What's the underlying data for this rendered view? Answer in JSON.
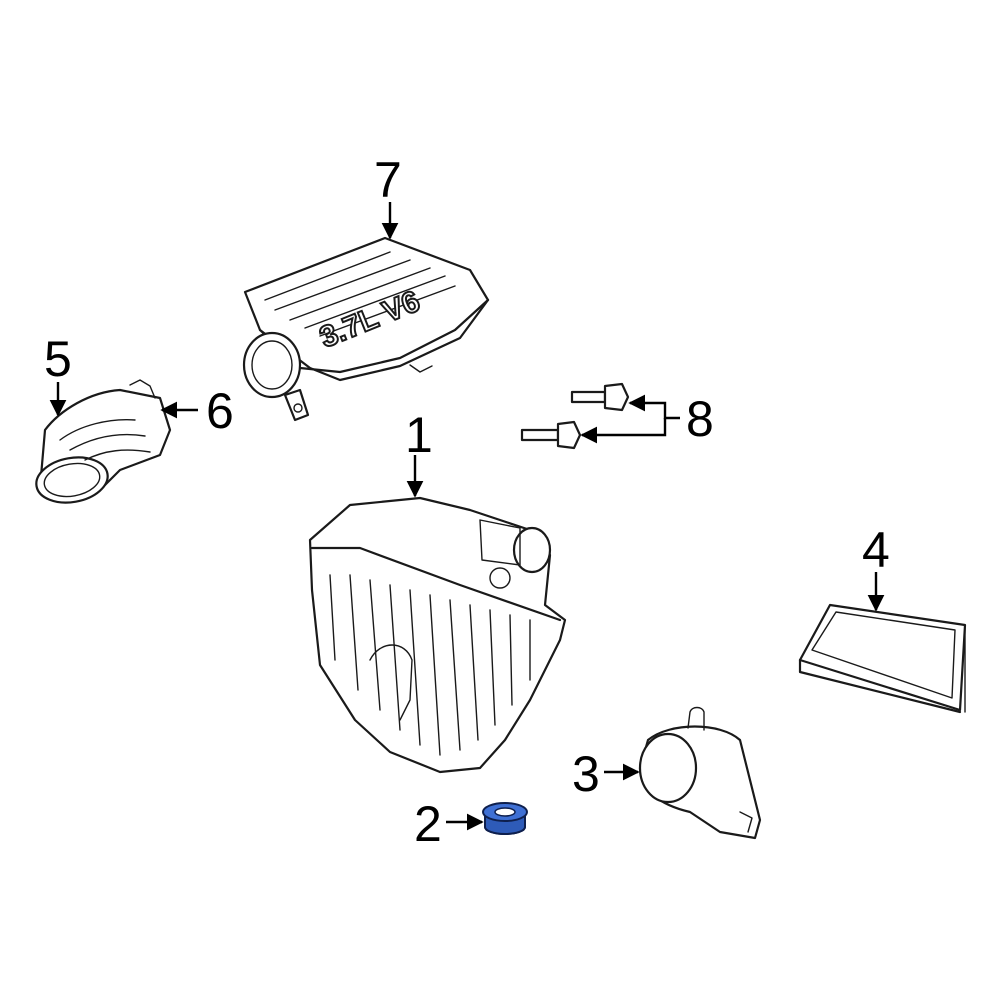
{
  "diagram": {
    "callouts": {
      "c1": "1",
      "c2": "2",
      "c3": "3",
      "c4": "4",
      "c5": "5",
      "c6": "6",
      "c7": "7",
      "c8": "8"
    },
    "cover_lettering": "3.7L V6",
    "colors": {
      "line": "#1a1a1a",
      "highlight_part": "#2e5bb8",
      "background": "#ffffff"
    }
  }
}
